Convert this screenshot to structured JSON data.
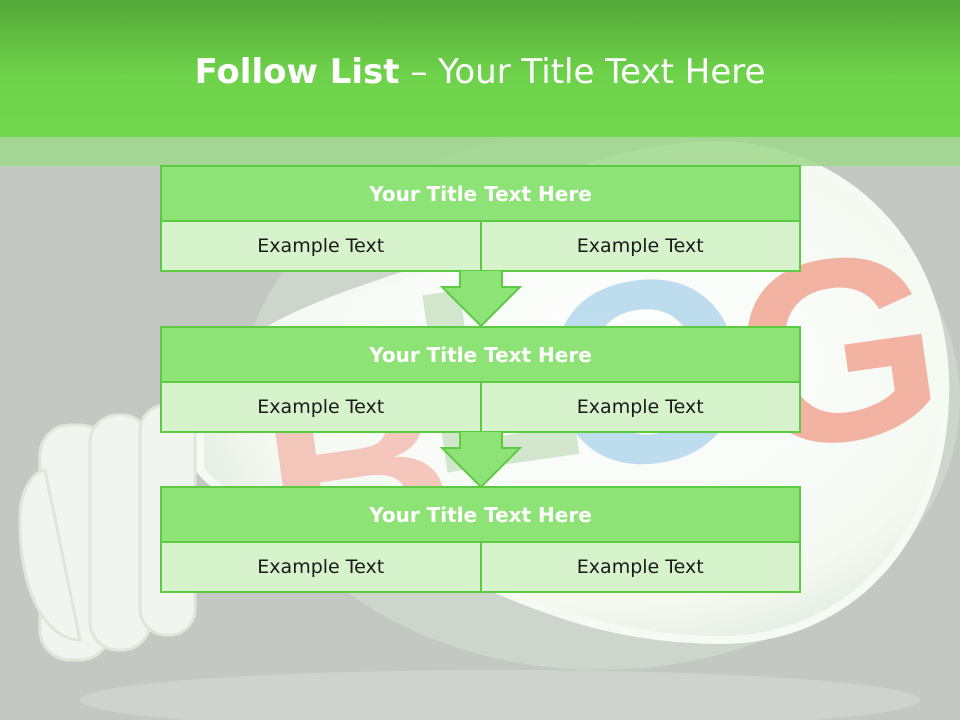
{
  "slide": {
    "title_bold": "Follow List",
    "title_rest": " – Your Title Text Here"
  },
  "blocks": [
    {
      "title": "Your Title Text Here",
      "left": "Example Text",
      "right": "Example Text"
    },
    {
      "title": "Your Title Text Here",
      "left": "Example Text",
      "right": "Example Text"
    },
    {
      "title": "Your Title Text Here",
      "left": "Example Text",
      "right": "Example Text"
    }
  ],
  "colors": {
    "header_green": "#6ed24a",
    "block_title_green": "#8ee377",
    "cell_green": "#d6f3cc",
    "border_green": "#5ccb43"
  },
  "background": {
    "image": "lightbulb-with-blog-letters",
    "blog_letters": "BLOG"
  }
}
